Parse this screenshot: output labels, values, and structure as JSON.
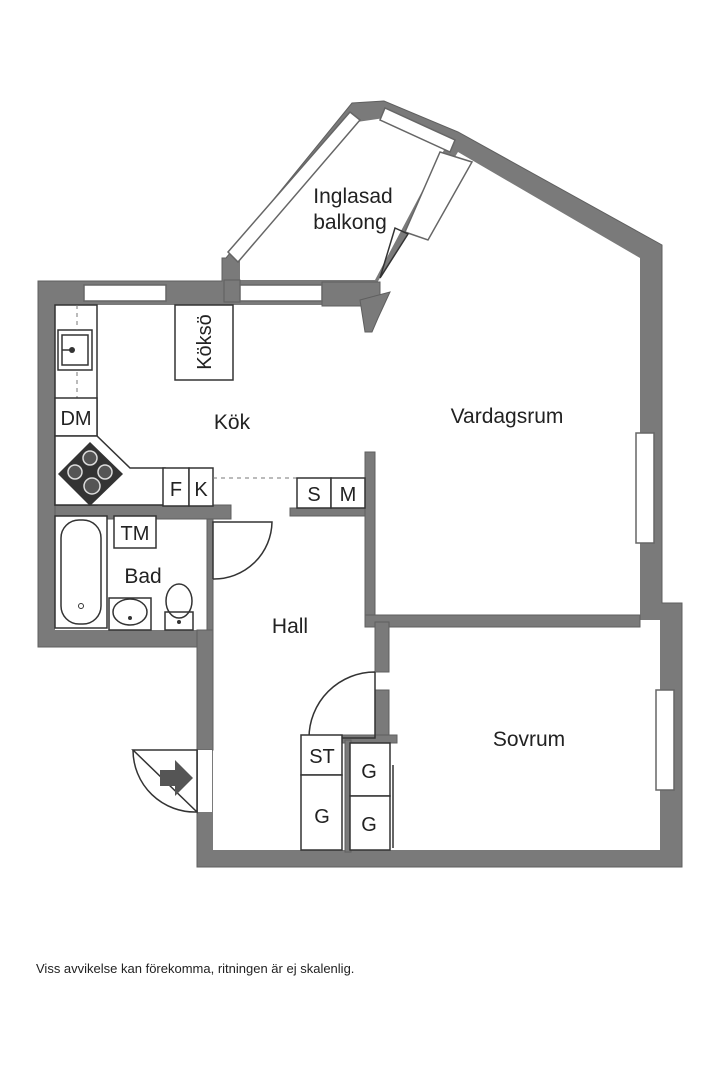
{
  "rooms": {
    "balcony_line1": "Inglasad",
    "balcony_line2": "balkong",
    "kitchen": "Kök",
    "living": "Vardagsrum",
    "bath": "Bad",
    "hall": "Hall",
    "bedroom": "Sovrum"
  },
  "fixtures": {
    "island": "Köksö",
    "dishwasher": "DM",
    "fridge": "F",
    "freezer": "K",
    "washer": "TM",
    "storage_s": "S",
    "storage_m": "M",
    "storage_st": "ST",
    "wardrobe": "G"
  },
  "disclaimer": "Viss avvikelse kan förekomma, ritningen är ej skalenlig."
}
